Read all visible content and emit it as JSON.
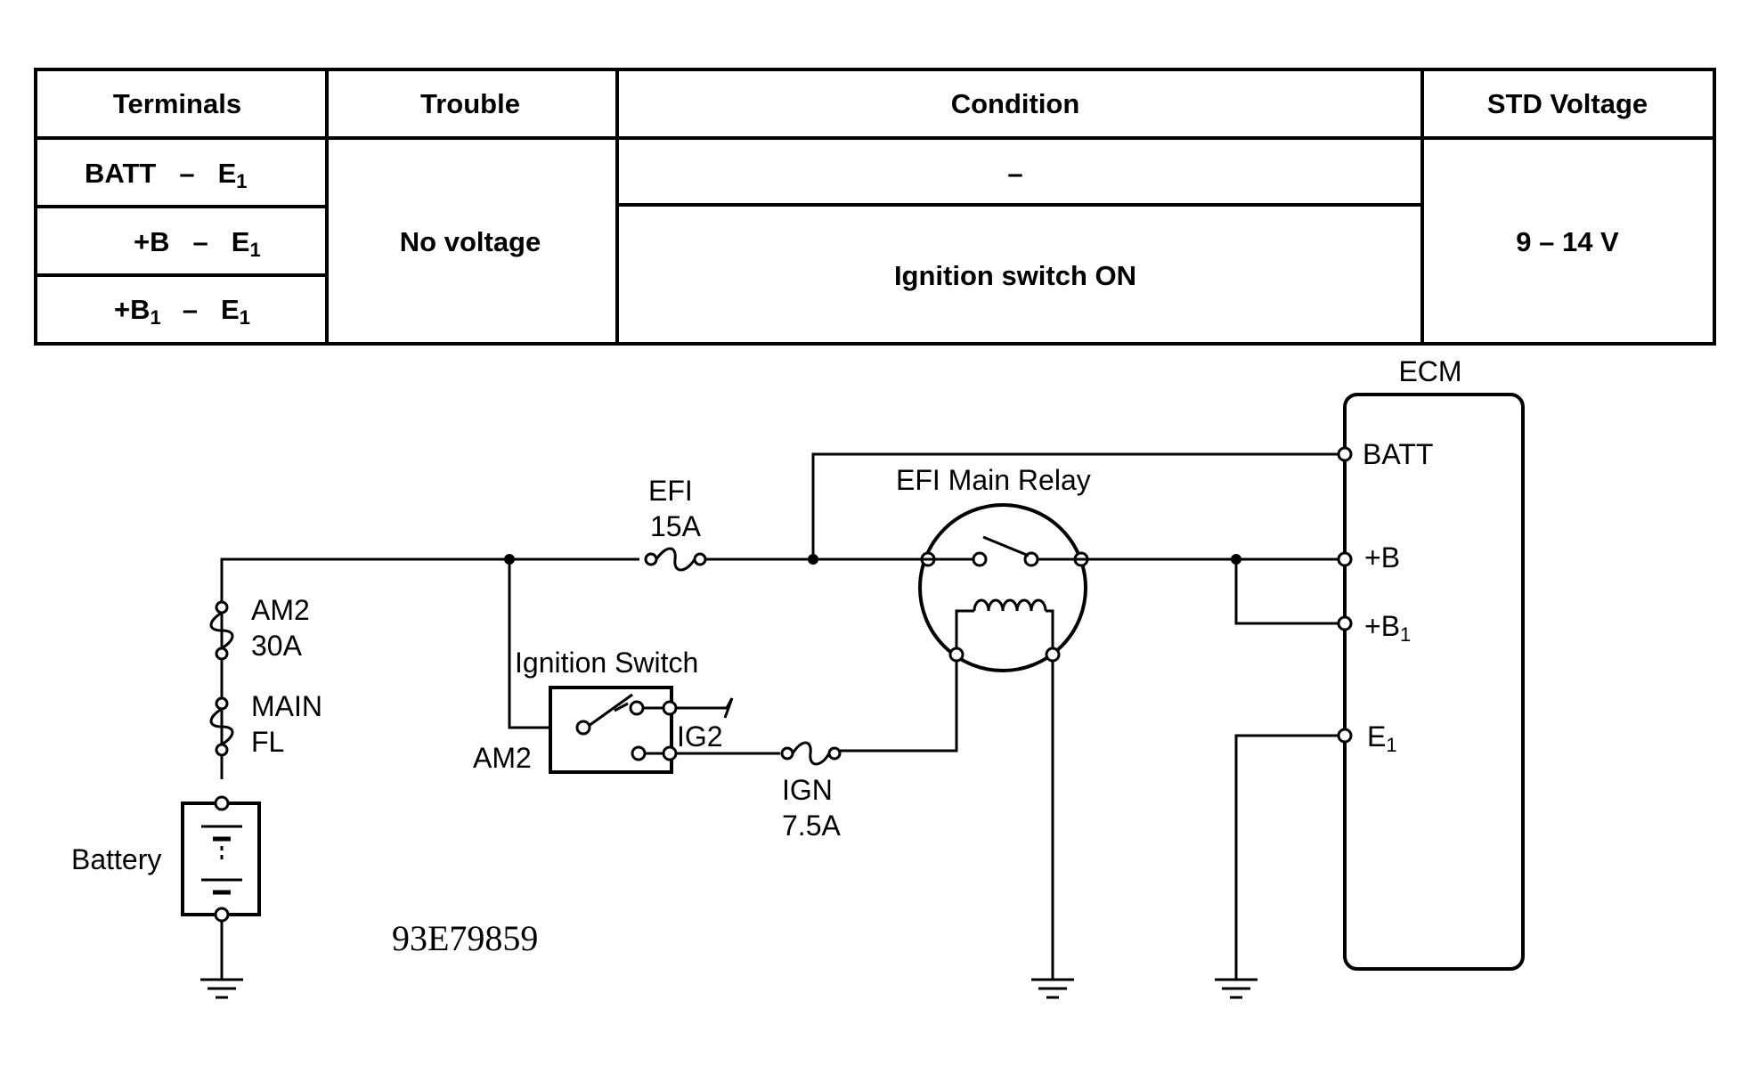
{
  "table": {
    "headers": [
      "Terminals",
      "Trouble",
      "Condition",
      "STD Voltage"
    ],
    "rows": [
      {
        "terminal_main": "BATT",
        "terminal_sep": "–",
        "terminal_ref": "E",
        "terminal_ref_sub": "1"
      },
      {
        "terminal_main": "+B",
        "terminal_sep": "–",
        "terminal_ref": "E",
        "terminal_ref_sub": "1"
      },
      {
        "terminal_main": "+B",
        "terminal_main_sub": "1",
        "terminal_sep": "–",
        "terminal_ref": "E",
        "terminal_ref_sub": "1"
      }
    ],
    "trouble": "No voltage",
    "condition_batt": "–",
    "condition_ign": "Ignition switch ON",
    "std_voltage": "9 – 14 V"
  },
  "diagram": {
    "ecm_label": "ECM",
    "ecm_batt": "BATT",
    "ecm_b": "+B",
    "ecm_b1": "+B",
    "ecm_b1_sub": "1",
    "ecm_e1": "E",
    "ecm_e1_sub": "1",
    "efi_relay": "EFI Main Relay",
    "efi_fuse_name": "EFI",
    "efi_fuse_rating": "15A",
    "am2_fuse_name": "AM2",
    "am2_fuse_rating": "30A",
    "main_fl_name": "MAIN",
    "main_fl_rating": "FL",
    "battery": "Battery",
    "ignition_switch": "Ignition Switch",
    "switch_am2": "AM2",
    "switch_ig2": "IG2",
    "ign_fuse_name": "IGN",
    "ign_fuse_rating": "7.5A",
    "figure_code": "93E79859"
  }
}
